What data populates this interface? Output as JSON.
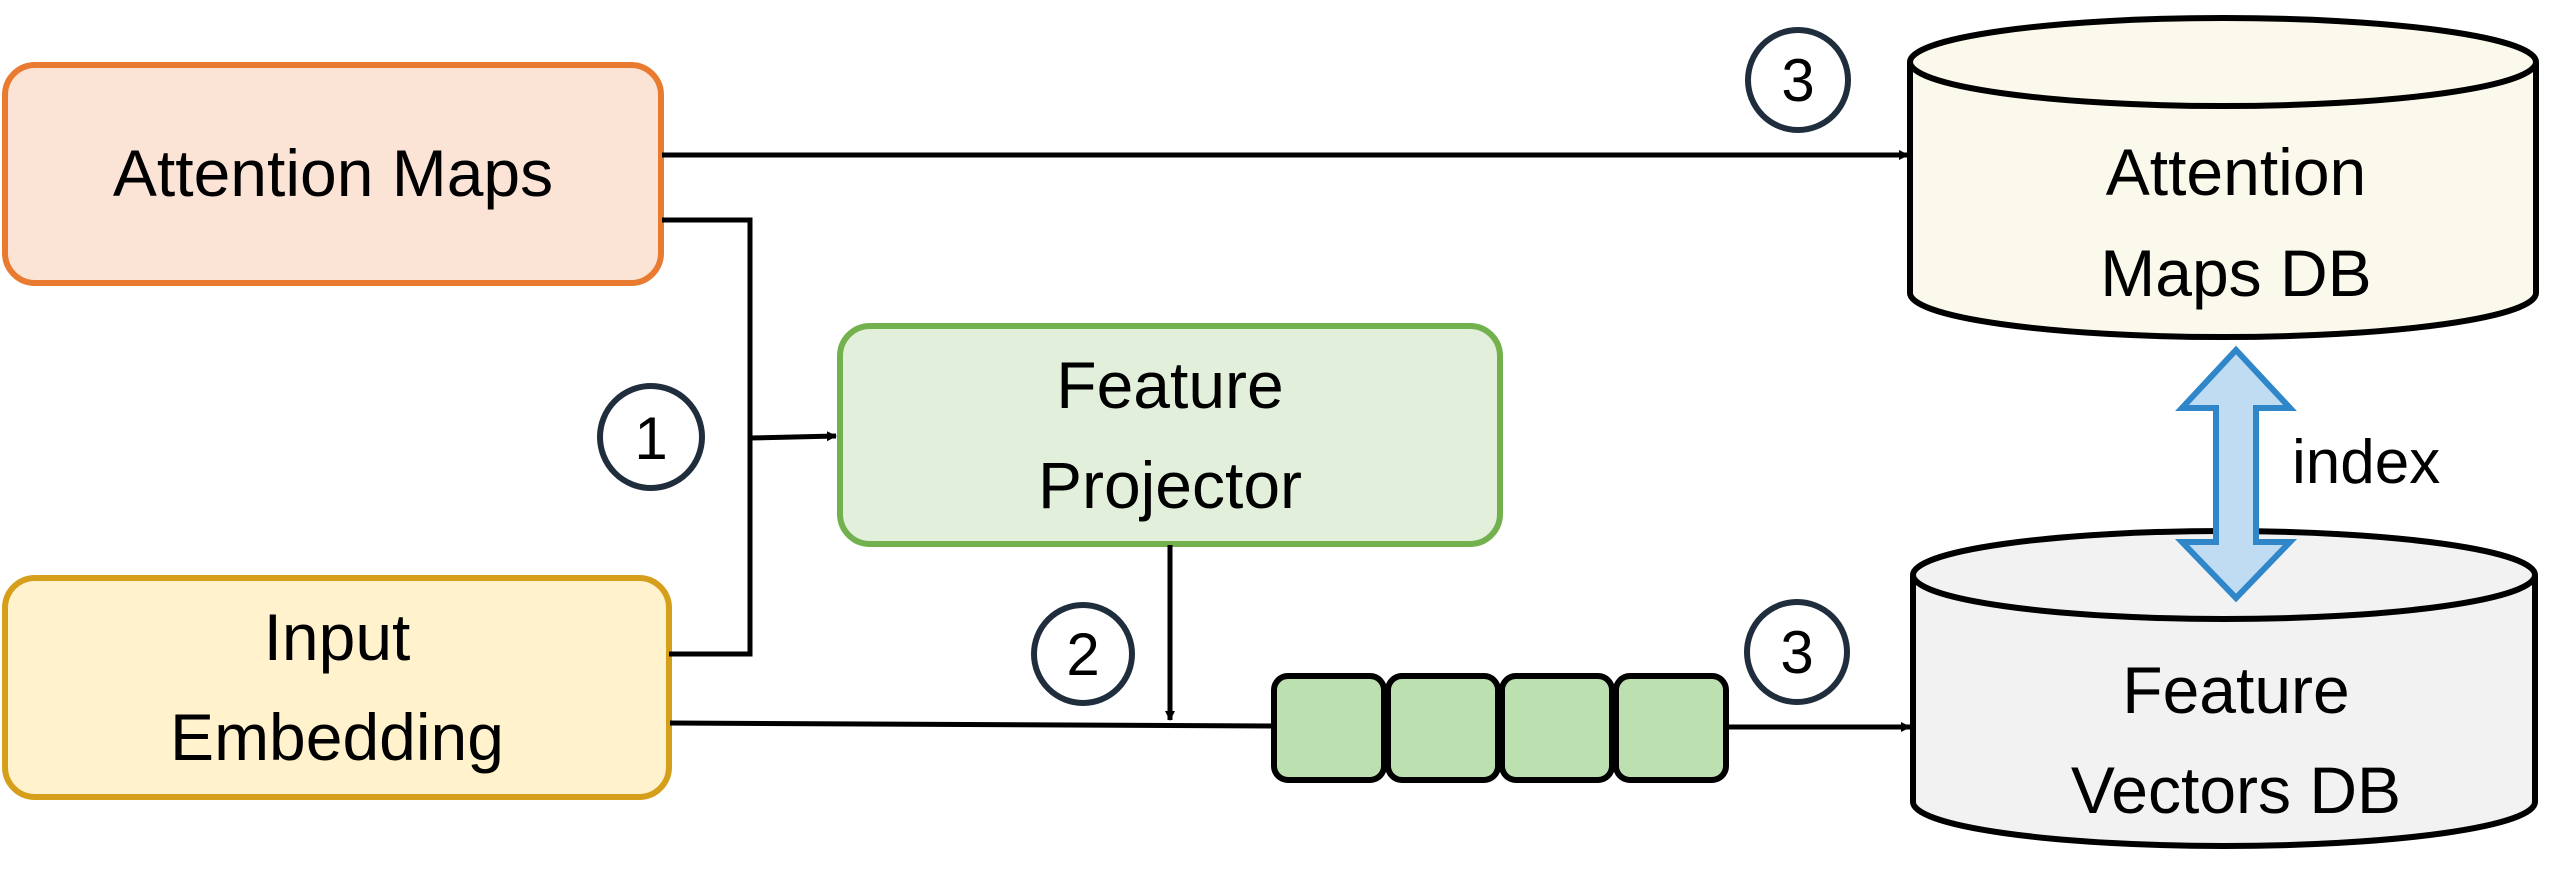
{
  "boxes": {
    "attention_maps": {
      "label": "Attention Maps",
      "fill": "#fbe3d6",
      "stroke": "#e97b31"
    },
    "input_embedding": {
      "line1": "Input",
      "line2": "Embedding",
      "fill": "#fff2cc",
      "stroke": "#d69f1b"
    },
    "feature_projector": {
      "line1": "Feature",
      "line2": "Projector",
      "fill": "#e2efda",
      "stroke": "#72b14d"
    }
  },
  "databases": {
    "attention_maps_db": {
      "line1": "Attention",
      "line2": "Maps DB",
      "fill": "#fbf9eb"
    },
    "feature_vectors_db": {
      "line1": "Feature",
      "line2": "Vectors DB",
      "fill": "#f2f2f2"
    }
  },
  "index_label": "index",
  "step_markers": {
    "one": "1",
    "two": "2",
    "three_top": "3",
    "three_bottom": "3"
  },
  "vector_cells": {
    "count": 4,
    "fill": "#bde0b0"
  },
  "colors": {
    "arrow": "#000000",
    "index_arrow_fill": "#bfdcf2",
    "index_arrow_stroke": "#2f86c9",
    "circle_stroke": "#1f2d3d"
  }
}
